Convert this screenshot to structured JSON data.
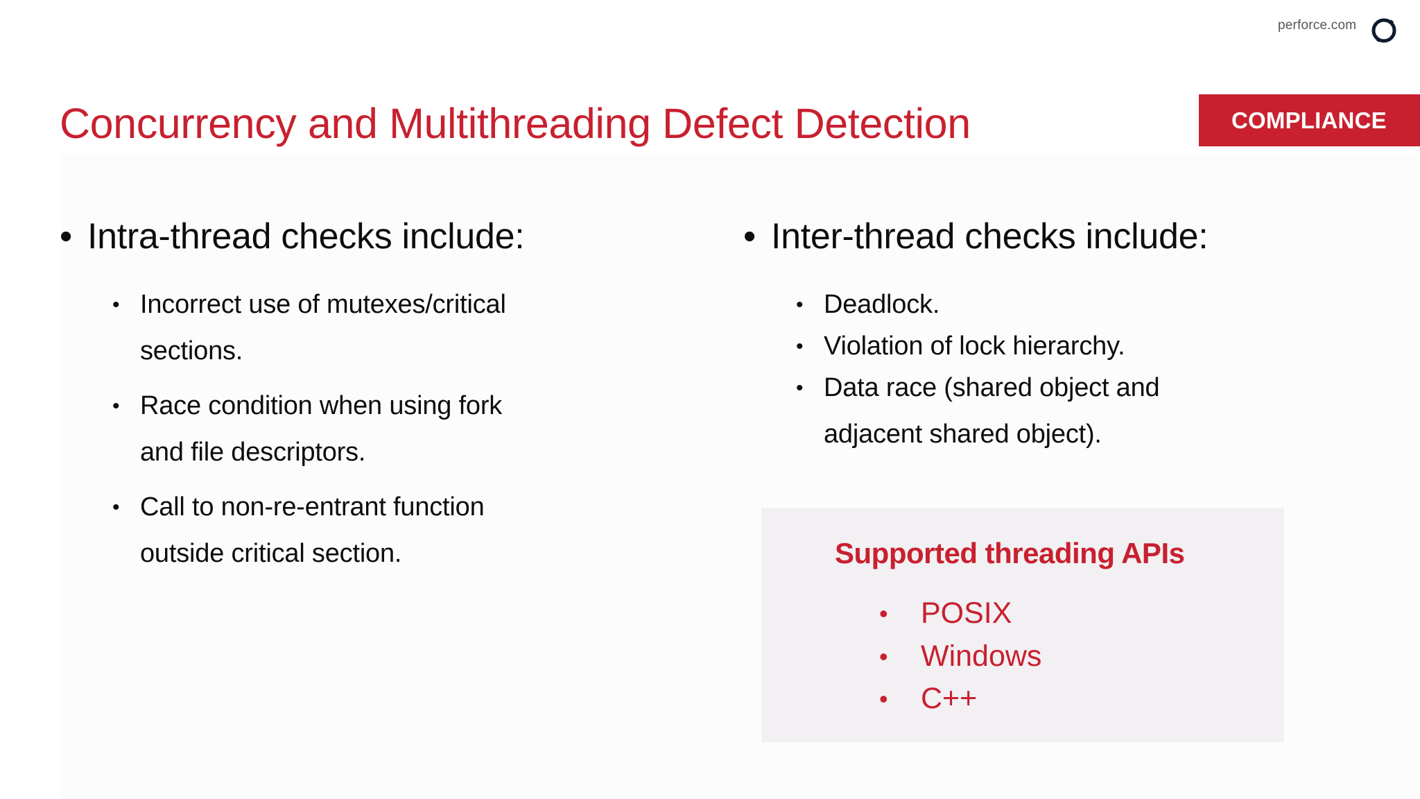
{
  "header": {
    "site_link": "perforce.com",
    "logo_icon": "perforce-ring-logo-icon",
    "title": "Concurrency and Multithreading Defect Detection",
    "badge": "COMPLIANCE"
  },
  "colors": {
    "accent_red": "#c8202f",
    "text_dark": "#0d0d0d",
    "box_bg": "#f2f0f3",
    "logo": "#0f1a2e"
  },
  "left_column": {
    "heading": "Intra-thread checks include:",
    "items": [
      {
        "lines": [
          "Incorrect use of mutexes/critical",
          "sections."
        ]
      },
      {
        "lines": [
          "Race condition when using fork",
          "and file descriptors."
        ]
      },
      {
        "lines": [
          "Call to non-re-entrant function",
          "outside critical section."
        ]
      }
    ]
  },
  "right_column": {
    "heading": "Inter-thread checks include:",
    "items": [
      {
        "lines": [
          "Deadlock."
        ]
      },
      {
        "lines": [
          "Violation of lock hierarchy."
        ]
      },
      {
        "lines": [
          "Data race (shared object and",
          "adjacent shared object)."
        ]
      }
    ]
  },
  "api_box": {
    "title": "Supported threading APIs",
    "items": [
      "POSIX",
      "Windows",
      "C++"
    ]
  },
  "bullet_glyph": "•"
}
